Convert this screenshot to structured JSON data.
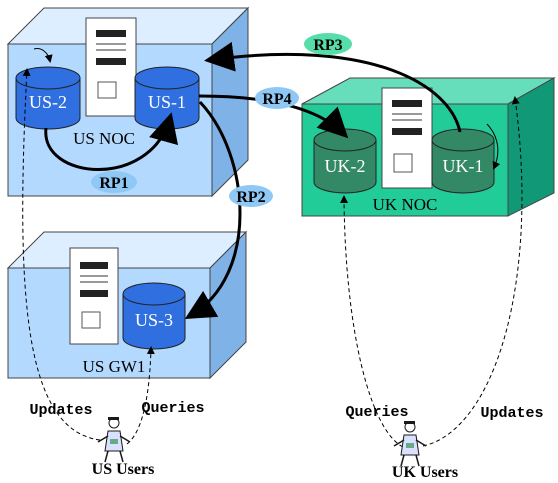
{
  "sites": {
    "us_noc": {
      "label": "US NOC",
      "fill": "#B3D9FF",
      "fill_top": "#DCEEFF",
      "fill_side": "#7FB2E6"
    },
    "uk_noc": {
      "label": "UK NOC",
      "fill": "#22CC99",
      "fill_top": "#66DDBB",
      "fill_side": "#119977"
    },
    "us_gw1": {
      "label": "US GW1",
      "fill": "#B3D9FF",
      "fill_top": "#DCEEFF",
      "fill_side": "#7FB2E6"
    }
  },
  "databases": {
    "us2": {
      "label": "US-2",
      "fill": "#2F6FE0"
    },
    "us1": {
      "label": "US-1",
      "fill": "#2F6FE0"
    },
    "us3": {
      "label": "US-3",
      "fill": "#2F6FE0"
    },
    "uk2": {
      "label": "UK-2",
      "fill": "#338866"
    },
    "uk1": {
      "label": "UK-1",
      "fill": "#338866"
    }
  },
  "replication_paths": {
    "rp1": "RP1",
    "rp2": "RP2",
    "rp3": "RP3",
    "rp4": "RP4"
  },
  "badge_colors": {
    "blue": "#8FC8F5",
    "green": "#55DDAA"
  },
  "flows": {
    "us_updates": "Updates",
    "us_queries": "Queries",
    "uk_queries": "Queries",
    "uk_updates": "Updates"
  },
  "users": {
    "us": "US Users",
    "uk": "UK Users"
  },
  "icons": [
    "server-icon",
    "database-icon",
    "user-icon"
  ]
}
